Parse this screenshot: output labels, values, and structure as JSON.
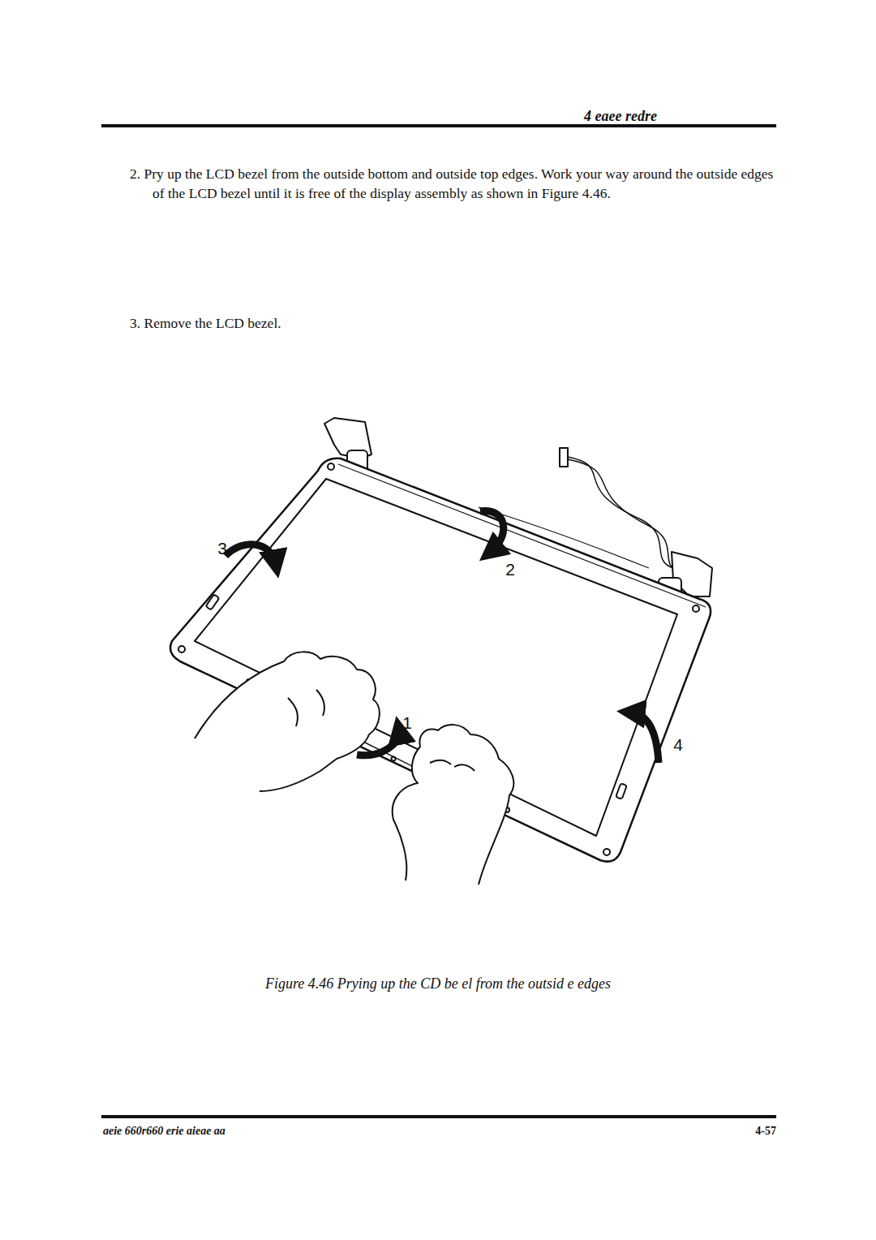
{
  "diagram": {
    "caption": "Figure 4.46 Prying up the CD be el from the outsid e edges",
    "labels": [
      "4 eaee redre",
      "2. Pry up the LCD bezel from the outside bottom and outside top edges. Work your way around the outside edges of the LCD bezel until it is free of the display assembly as shown in Figure 4.46.",
      "3. Remove the LCD bezel.",
      "3",
      "2",
      "1",
      "4",
      "aeie 660r660 erie aieae aa",
      "4-57"
    ]
  }
}
